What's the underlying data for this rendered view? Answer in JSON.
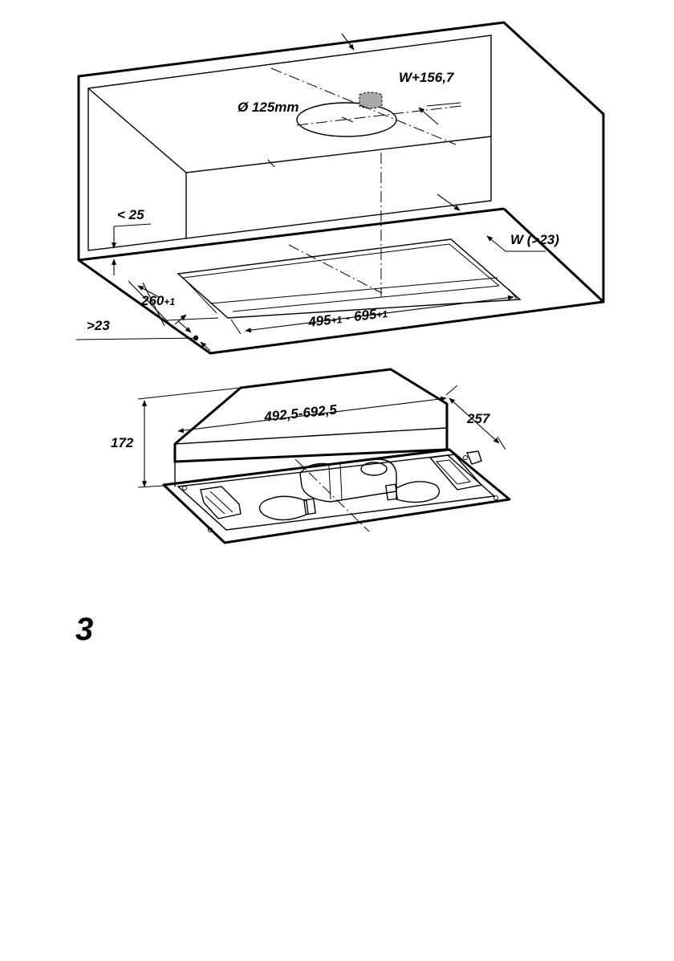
{
  "figure_number": "3",
  "cabinet_labels": {
    "width_offset": "W+156,7",
    "duct_diameter": "Ø 125mm",
    "bottom_gap": "< 25",
    "side_clearance": "W (>23)",
    "cutout_depth_main": "260",
    "cutout_depth_tol": "+1",
    "front_clearance": ">23",
    "cutout_width_a": "495",
    "cutout_width_a_tol": "+1",
    "cutout_width_sep": " - ",
    "cutout_width_b": "695",
    "cutout_width_b_tol": "+1"
  },
  "hood_labels": {
    "width": "492,5-692,5",
    "depth": "257",
    "height": "172"
  },
  "colors": {
    "line": "#000000",
    "duct_fill": "#a8a8a8",
    "background": "#ffffff"
  }
}
